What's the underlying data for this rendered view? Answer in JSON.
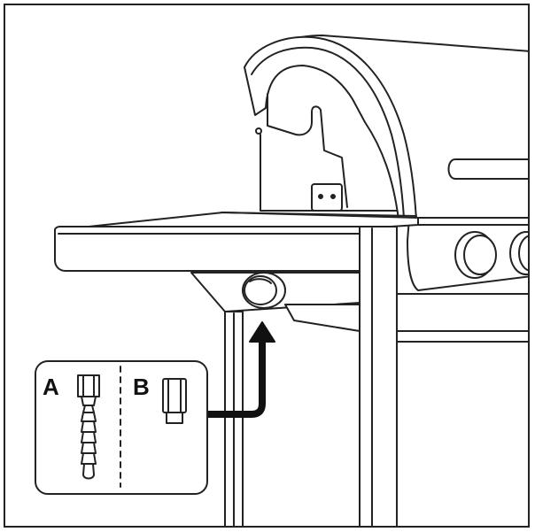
{
  "callout": {
    "label_a": "A",
    "label_b": "B"
  },
  "icons": {
    "grill": "gas-grill-illustration",
    "knob": "side-burner-knob-icon",
    "arrow": "pointer-arrow-icon",
    "fitting_a": "hose-barb-fitting-icon",
    "fitting_b": "cap-nut-fitting-icon"
  },
  "colors": {
    "line": "#222222",
    "fill": "#ffffff",
    "arrow": "#111111"
  }
}
